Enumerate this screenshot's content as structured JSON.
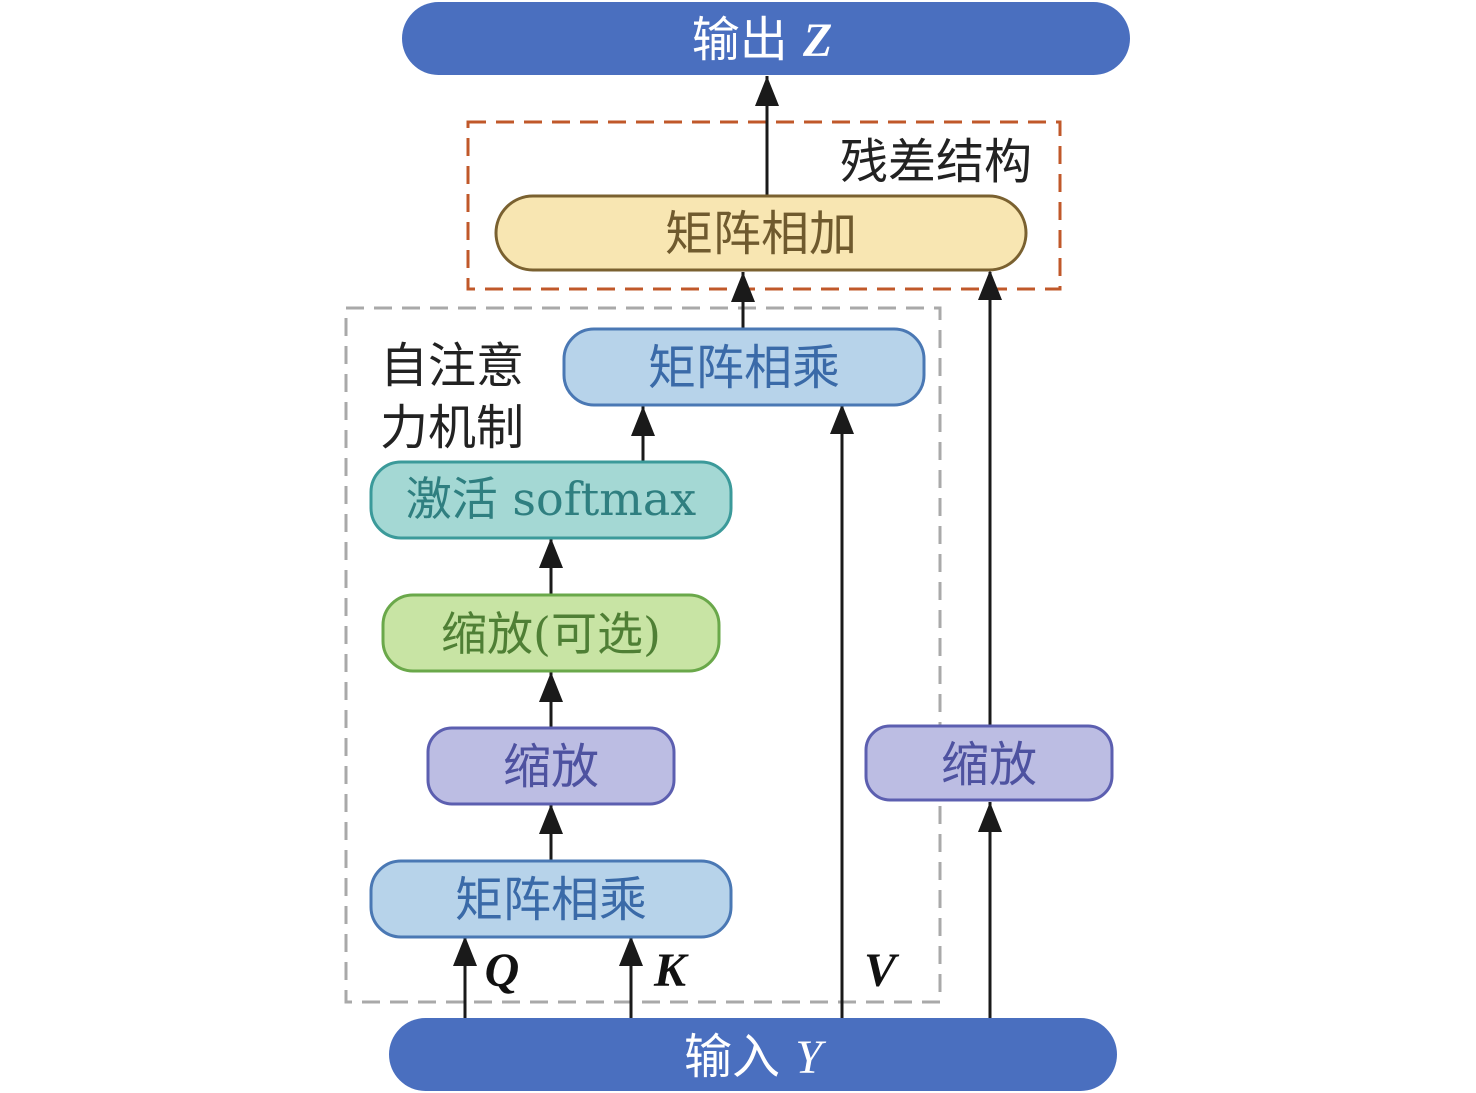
{
  "colors": {
    "io_fill": "#4a6fbf",
    "io_text": "#ffffff",
    "matmul_fill": "#b7d3ea",
    "matmul_stroke": "#4a78b4",
    "matmul_text": "#3a6aa8",
    "add_fill": "#f8e6b2",
    "add_stroke": "#7a6130",
    "add_text": "#6f5a2e",
    "softmax_fill": "#a4d8d4",
    "softmax_stroke": "#3b9a9a",
    "softmax_text": "#2f7f80",
    "scale_opt_fill": "#c8e4a4",
    "scale_opt_stroke": "#6aa84a",
    "scale_opt_text": "#4f7f35",
    "scale_fill": "#bcbde3",
    "scale_stroke": "#5c5fb0",
    "scale_text": "#4e52a0",
    "attention_box": "#a9a9a9",
    "residual_box": "#c0582a",
    "arrow": "#1a1a1a"
  },
  "output": {
    "label": "输出",
    "var": "Z"
  },
  "input": {
    "label": "输入",
    "var": "Y"
  },
  "residual": {
    "label": "残差结构"
  },
  "attention": {
    "label_line1": "自注意",
    "label_line2": "力机制"
  },
  "nodes": {
    "matrix_add": "矩阵相加",
    "matmul_top": "矩阵相乘",
    "softmax": "激活 softmax",
    "scale_optional": "缩放(可选)",
    "scale_left": "缩放",
    "matmul_bottom": "矩阵相乘",
    "scale_right": "缩放"
  },
  "inputs_vars": {
    "q": "Q",
    "k": "K",
    "v": "V"
  }
}
